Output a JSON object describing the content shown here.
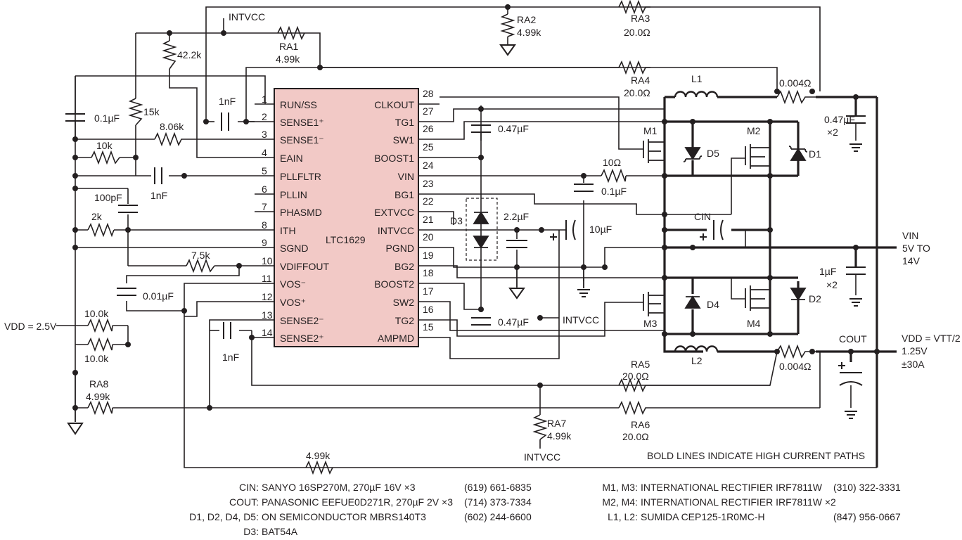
{
  "ic": {
    "name": "LTC1629",
    "left_pins": [
      {
        "num": "1",
        "name": "RUN/SS"
      },
      {
        "num": "2",
        "name": "SENSE1⁺"
      },
      {
        "num": "3",
        "name": "SENSE1⁻"
      },
      {
        "num": "4",
        "name": "EAIN"
      },
      {
        "num": "5",
        "name": "PLLFLTR"
      },
      {
        "num": "6",
        "name": "PLLIN"
      },
      {
        "num": "7",
        "name": "PHASMD"
      },
      {
        "num": "8",
        "name": "ITH"
      },
      {
        "num": "9",
        "name": "SGND"
      },
      {
        "num": "10",
        "name": "VDIFFOUT"
      },
      {
        "num": "11",
        "name": "VOS⁻"
      },
      {
        "num": "12",
        "name": "VOS⁺"
      },
      {
        "num": "13",
        "name": "SENSE2⁻"
      },
      {
        "num": "14",
        "name": "SENSE2⁺"
      }
    ],
    "right_pins": [
      {
        "num": "28",
        "name": "CLKOUT"
      },
      {
        "num": "27",
        "name": "TG1"
      },
      {
        "num": "26",
        "name": "SW1"
      },
      {
        "num": "25",
        "name": "BOOST1"
      },
      {
        "num": "24",
        "name": "VIN"
      },
      {
        "num": "23",
        "name": "BG1"
      },
      {
        "num": "22",
        "name": "EXTVCC"
      },
      {
        "num": "21",
        "name": "INTVCC"
      },
      {
        "num": "20",
        "name": "PGND"
      },
      {
        "num": "19",
        "name": "BG2"
      },
      {
        "num": "18",
        "name": "BOOST2"
      },
      {
        "num": "17",
        "name": "SW2"
      },
      {
        "num": "16",
        "name": "TG2"
      },
      {
        "num": "15",
        "name": "AMPMD"
      }
    ]
  },
  "labels": {
    "intvcc_top": "INTVCC",
    "ra2": "RA2",
    "ra2_val": "4.99k",
    "ra3": "RA3",
    "ra3_val": "20.0Ω",
    "ra1": "RA1",
    "ra1_val": "4.99k",
    "r42": "42.2k",
    "ra4": "RA4",
    "ra4_val": "20.0Ω",
    "l1": "L1",
    "rs1": "0.004Ω",
    "c_top_in": "0.47µF",
    "c_top_in_mult": "×2",
    "c1nf_a": "1nF",
    "c01uf": "0.1µF",
    "r15k": "15k",
    "r806": "8.06k",
    "r10k": "10k",
    "c1nf_b": "1nF",
    "c100p": "100pF",
    "r2k": "2k",
    "r75k": "7.5k",
    "c001": "0.01µF",
    "vdd_in": "VDD = 2.5V",
    "r10k_a": "10.0k",
    "r10k_b": "10.0k",
    "c1nf_c": "1nF",
    "ra8": "RA8",
    "ra8_val": "4.99k",
    "c047_1": "0.47µF",
    "c047_2": "0.47µF",
    "m1": "M1",
    "m2": "M2",
    "m3": "M3",
    "m4": "M4",
    "d1": "D1",
    "d2": "D2",
    "d3": "D3",
    "d4": "D4",
    "d5": "D5",
    "r10ohm": "10Ω",
    "c01uf_b": "0.1µF",
    "c22": "2.2µF",
    "c10": "10µF",
    "cin": "CIN",
    "vin_out": "VIN",
    "vin_range1": "5V TO",
    "vin_range2": "14V",
    "c1uf": "1µF",
    "c1uf_mult": "×2",
    "intvcc_mid": "INTVCC",
    "l2": "L2",
    "rs2": "0.004Ω",
    "cout": "COUT",
    "vout1": "VDD = VTT/2",
    "vout2": "1.25V",
    "vout3": "±30A",
    "ra5": "RA5",
    "ra5_val": "20.0Ω",
    "ra6": "RA6",
    "ra6_val": "20.0Ω",
    "ra7": "RA7",
    "ra7_val": "4.99k",
    "intvcc_bot": "INTVCC",
    "r499_bot": "4.99k",
    "bold_note": "BOLD LINES INDICATE HIGH CURRENT PATHS"
  },
  "bom": {
    "left": [
      {
        "ref": "CIN:",
        "desc": "SANYO 16SP270M, 270µF 16V ×3",
        "phone": "(619) 661-6835"
      },
      {
        "ref": "COUT:",
        "desc": "PANASONIC EEFUE0D271R, 270µF 2V ×3",
        "phone": "(714) 373-7334"
      },
      {
        "ref": "D1, D2, D4, D5:",
        "desc": "ON SEMICONDUCTOR MBRS140T3",
        "phone": "(602) 244-6600"
      },
      {
        "ref": "D3:",
        "desc": "BAT54A",
        "phone": ""
      }
    ],
    "right": [
      {
        "ref": "M1, M3:",
        "desc": "INTERNATIONAL RECTIFIER IRF7811W",
        "phone": "(310) 322-3331"
      },
      {
        "ref": "M2, M4:",
        "desc": "INTERNATIONAL RECTIFIER IRF7811W ×2",
        "phone": ""
      },
      {
        "ref": "L1, L2:",
        "desc": "SUMIDA CEP125-1R0MC-H",
        "phone": "(847) 956-0667"
      }
    ]
  },
  "colors": {
    "ic_fill": "#f2c9c6",
    "line": "#231f20"
  }
}
